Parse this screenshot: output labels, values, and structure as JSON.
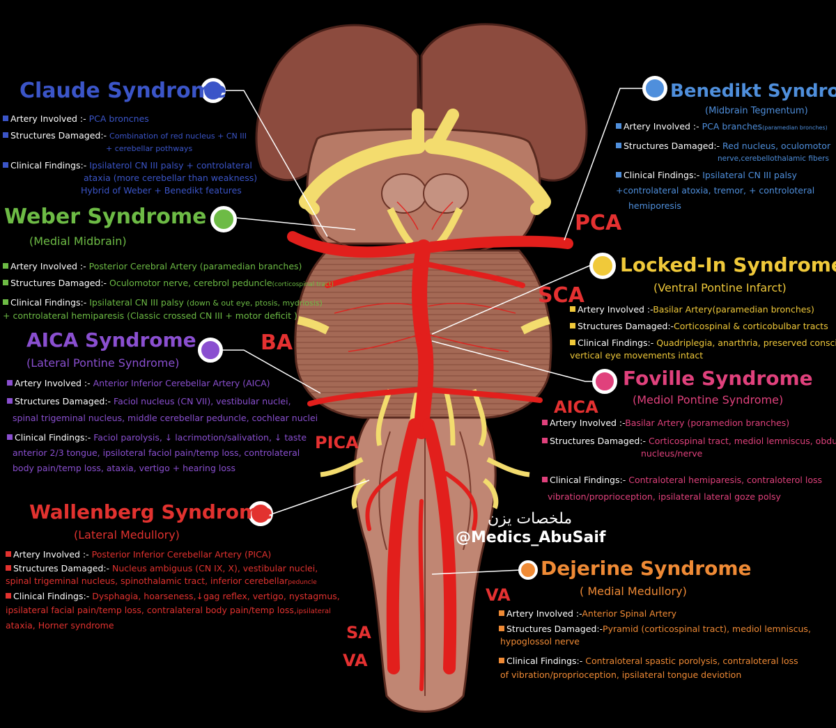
{
  "syndromes": {
    "claude": {
      "title": "Claude Syndrome",
      "color": "#3b55c8",
      "artery_label": "Artery Involved :-",
      "artery": "PCA broncnes",
      "structures_label": "Structures Damaged:-",
      "structures": "Combination of red nucleus + CN III",
      "structures2": "+ cerebellar pothways",
      "findings_label": "Clinical Findings:-",
      "findings": "Ipsilaterol CN III palsy + controlateral",
      "findings2": "ataxia (more cerebellar than weakness)",
      "findings3": "Hybrid of Weber + Benedikt features"
    },
    "weber": {
      "title": "Weber Syndrome",
      "subtitle": "(Medial Midbrain)",
      "color": "#6dbb45",
      "artery_label": "Artery Involved :-",
      "artery": "Posterior Cerebral Artery (paramedian branches)",
      "structures_label": "Structures Damaged:-",
      "structures": "Oculomotor nerve, cerebrol peduncle",
      "structures_note": "(corticospinal tract)",
      "findings_label": "Clinical Findings:-",
      "findings": "Ipsilateral CN III palsy",
      "findings_note": "(down & out eye, ptosis, mydriosis)",
      "findings2": "+ controlateral hemiparesis (Classic crossed CN III + motor deficit )"
    },
    "aica": {
      "title": "AICA Syndrome",
      "subtitle": "(Lateral Pontine Syndrome)",
      "color": "#8a4fd0",
      "artery_label": "Artery Involved :-",
      "artery": "Anterior Inferior Cerebellar Artery (AICA)",
      "structures_label": "Structures Damaged:-",
      "structures": "Faciol nucleus (CN VII), vestibular nuclei,",
      "structures2": "spinal trigeminal nucleus, middle cerebellar peduncle, cochlear nuclei",
      "findings_label": "Clinical Findings:-",
      "findings": "Faciol parolysis, ↓ lacrimotion/salivation, ↓ taste",
      "findings2": "anterior 2/3 tongue, ipsiloteral faciol pain/temp loss, controlateral",
      "findings3": "body pain/temp loss, ataxia, vertigo + hearing loss"
    },
    "wallenberg": {
      "title": "Wallenberg Syndrome",
      "subtitle": "(Lateral Medullory)",
      "color": "#e2322f",
      "artery_label": "Artery Involved :-",
      "artery": "Posterior Inferior Cerebellar Artery (PICA)",
      "structures_label": "Structures Damaged:-",
      "structures": "Nucleus ambiguus (CN IX, X), vestibular nuclei,",
      "structures2": "spinal trigeminal nucleus, spinothalamic tract, inferior cerebellar",
      "structures_note": "peduncle",
      "findings_label": "Clinical Findings:-",
      "findings": "Dysphagia, hoarseness,↓gag reflex, vertigo, nystagmus,",
      "findings2": "ipsilateral facial pain/temp loss, contralateral body pain/temp loss,",
      "findings_note": "ipsilateral",
      "findings3": "ataxia, Horner syndrome"
    },
    "benedikt": {
      "title": "Benedikt Syndrome",
      "subtitle": "(Midbrain Tegmentum)",
      "color": "#4f8fdc",
      "artery_label": "Artery Involved :-",
      "artery": "PCA branches",
      "artery_note": "(paramedian bronches)",
      "structures_label": "Structures Damaged:-",
      "structures": "Red nucleus, oculomotor",
      "structures2": "nerve,cerebellothalamic fibers",
      "findings_label": "Clinical Findings:-",
      "findings": "Ipsilateral CN III palsy",
      "findings2": "+controlateral atoxia, tremor, + controloteral",
      "findings3": "hemiporesis"
    },
    "locked": {
      "title": "Locked-In Syndrome",
      "subtitle": "(Ventral Pontine Infarct)",
      "color": "#f0c93a",
      "artery_label": "Artery Involved :-",
      "artery": "Basilar Artery(paramedian bronches)",
      "structures_label": "Structures Damaged:-",
      "structures": "Corticospinal & corticobulbar tracts",
      "findings_label": "Clinical Findings:-",
      "findings": "Quadriplegia, anarthria, preserved consciousness,",
      "findings2": "vertical eye movements intact"
    },
    "foville": {
      "title": "Foville  Syndrome",
      "subtitle": "(Mediol Pontine Syndrome)",
      "color": "#e0417c",
      "artery_label": "Artery Involved :-",
      "artery": "Basilar Artery (poramedion branches)",
      "structures_label": "Structures Damaged:-",
      "structures": "Corticospinal tract, mediol  lemniscus, obducens",
      "structures2": "nucleus/nerve",
      "findings_label": "Clinical Findings:-",
      "findings": "Contraloteral hemiparesis, contraloterol loss",
      "findings2": "vibration/proprioception, ipsilateral lateral goze polsy"
    },
    "dejerine": {
      "title": "Dejerine  Syndrome",
      "subtitle": "( Medial Medullory)",
      "color": "#ef8a35",
      "artery_label": "Artery Involved :-",
      "artery": "Anterior Spinal Artery",
      "structures_label": "Structures Damaged:-",
      "structures": "Pyramid (corticospinal tract), mediol lemniscus,",
      "structures2": "hypoglossol nerve",
      "findings_label": "Clinical Findings:-",
      "findings": "Contraloteral spastic porolysis, contraloteral loss",
      "findings2": "of vibration/proprioception, ipsilateral tongue deviotion"
    }
  },
  "arteries": {
    "pca": "PCA",
    "sca": "SCA",
    "ba": "BA",
    "aica": "AICA",
    "pica": "PICA",
    "va": "VA",
    "sa": "SA",
    "va2": "VA"
  },
  "watermark": {
    "arabic": "ملخصات يزن",
    "handle": "@Medics_AbuSaif"
  },
  "colors": {
    "artery": "#e21f1c",
    "nerve": "#f3dc6e",
    "tissue": "#a46955",
    "tissue_dark": "#6f3a2c",
    "background": "#000000"
  }
}
